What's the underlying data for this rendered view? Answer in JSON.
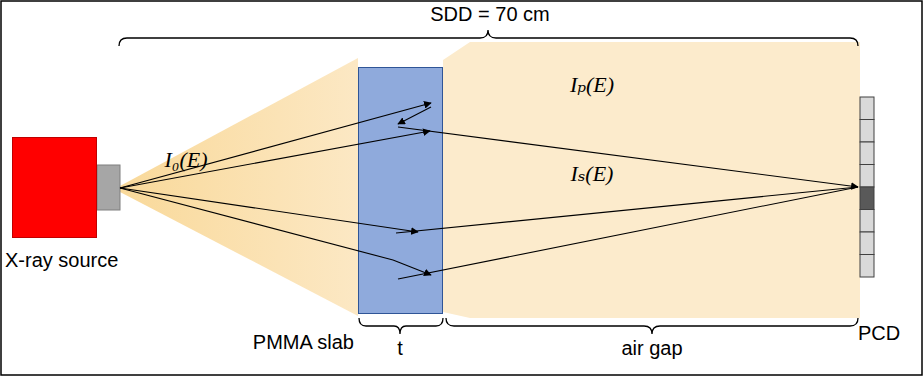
{
  "diagram": {
    "nodes": [
      {
        "text": [
          "X-ray source"
        ]
      },
      {
        "text": [
          "PMMA slab"
        ]
      },
      {
        "text": [
          "PCD"
        ]
      }
    ],
    "labels": [
      "SDD = 70 cm",
      "I₀(E)",
      "Iₚ(E)",
      "Iₛ(E)",
      "t",
      "air gap"
    ]
  }
}
